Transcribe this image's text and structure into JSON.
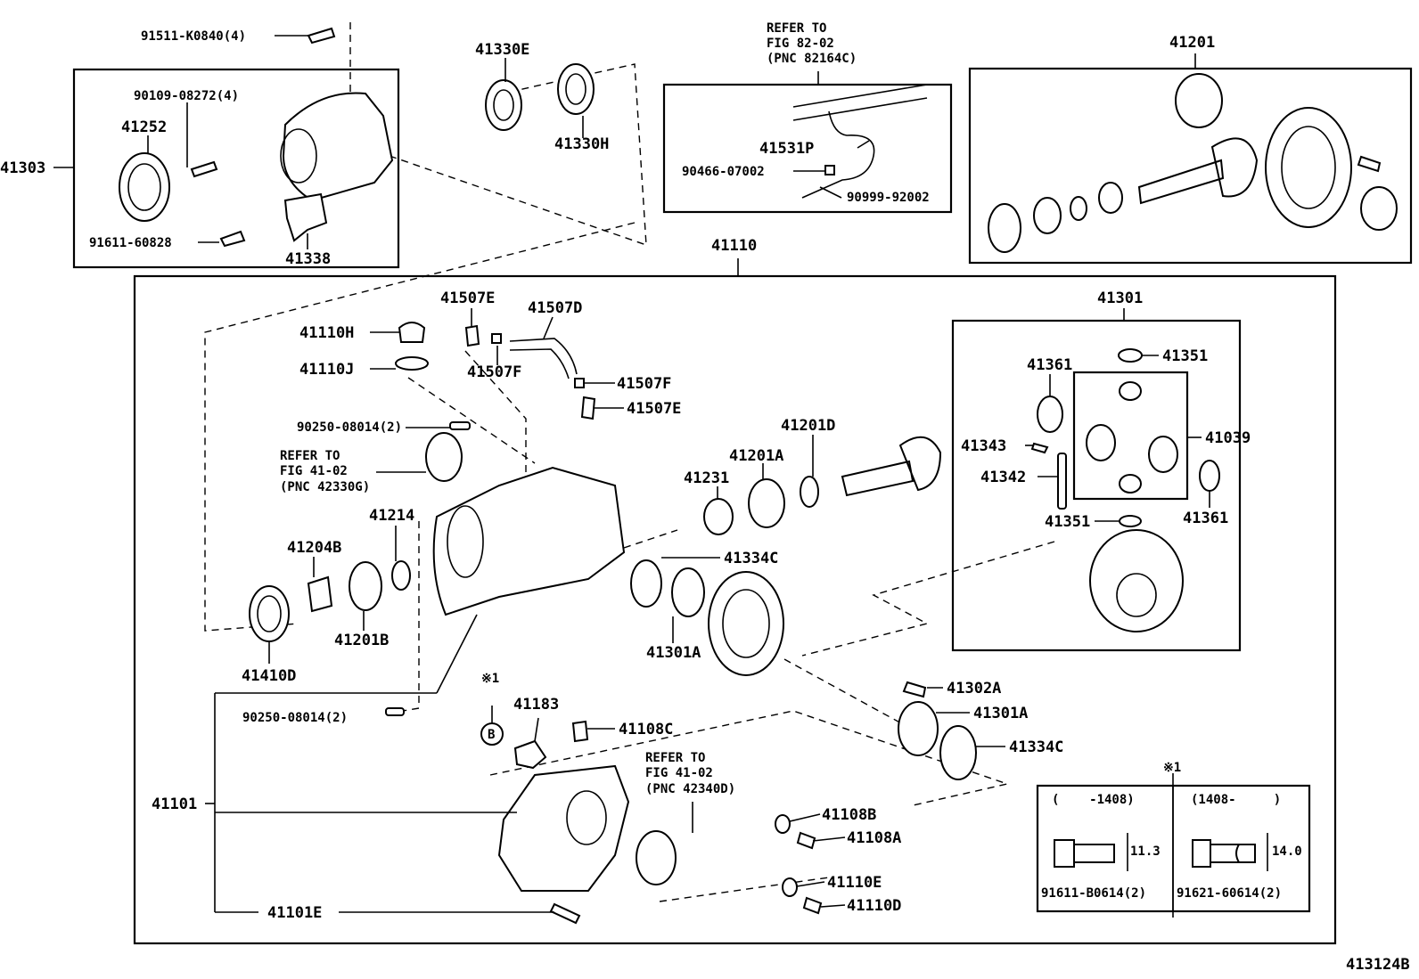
{
  "figure_id": "413124B",
  "notes": {
    "refer_82_02": [
      "REFER TO",
      "FIG 82-02",
      "(PNC 82164C)"
    ],
    "refer_41_02_g": [
      "REFER TO",
      "FIG 41-02",
      "(PNC 42330G)"
    ],
    "refer_41_02_d": [
      "REFER TO",
      "FIG 41-02",
      "(PNC 42340D)"
    ]
  },
  "inset_table": {
    "mark": "※1",
    "col1": {
      "range": "(    -1408)",
      "dimension": "11.3",
      "part": "91611-B0614(2)"
    },
    "col2": {
      "range": "(1408-     )",
      "dimension": "14.0",
      "part": "91621-60614(2)"
    }
  },
  "symbol_mark": "※1",
  "symbol_b": "B",
  "labels": {
    "p91511": "91511-K0840(4)",
    "p41330E": "41330E",
    "p41330H": "41330H",
    "p90109": "90109-08272(4)",
    "p41252": "41252",
    "p41303": "41303",
    "p91611_60828": "91611-60828",
    "p41338": "41338",
    "p41531P": "41531P",
    "p90466": "90466-07002",
    "p90999": "90999-92002",
    "p41201": "41201",
    "p41110": "41110",
    "p41110H": "41110H",
    "p41110J": "41110J",
    "p41507E_top": "41507E",
    "p41507D": "41507D",
    "p41507F_a": "41507F",
    "p41507F_b": "41507F",
    "p41507E_bot": "41507E",
    "p90250_top": "90250-08014(2)",
    "p41214": "41214",
    "p41204B": "41204B",
    "p41201B": "41201B",
    "p41410D": "41410D",
    "p41231": "41231",
    "p41201A": "41201A",
    "p41201D": "41201D",
    "p41334C_a": "41334C",
    "p41301A_a": "41301A",
    "p41301": "41301",
    "p41351_a": "41351",
    "p41361_a": "41361",
    "p41343": "41343",
    "p41342": "41342",
    "p41039": "41039",
    "p41361_b": "41361",
    "p41351_b": "41351",
    "p41302A": "41302A",
    "p41301A_b": "41301A",
    "p41334C_b": "41334C",
    "p90250_bot": "90250-08014(2)",
    "p41183": "41183",
    "p41108C": "41108C",
    "p41101": "41101",
    "p41108B": "41108B",
    "p41108A": "41108A",
    "p41110E": "41110E",
    "p41110D": "41110D",
    "p41101E": "41101E"
  }
}
